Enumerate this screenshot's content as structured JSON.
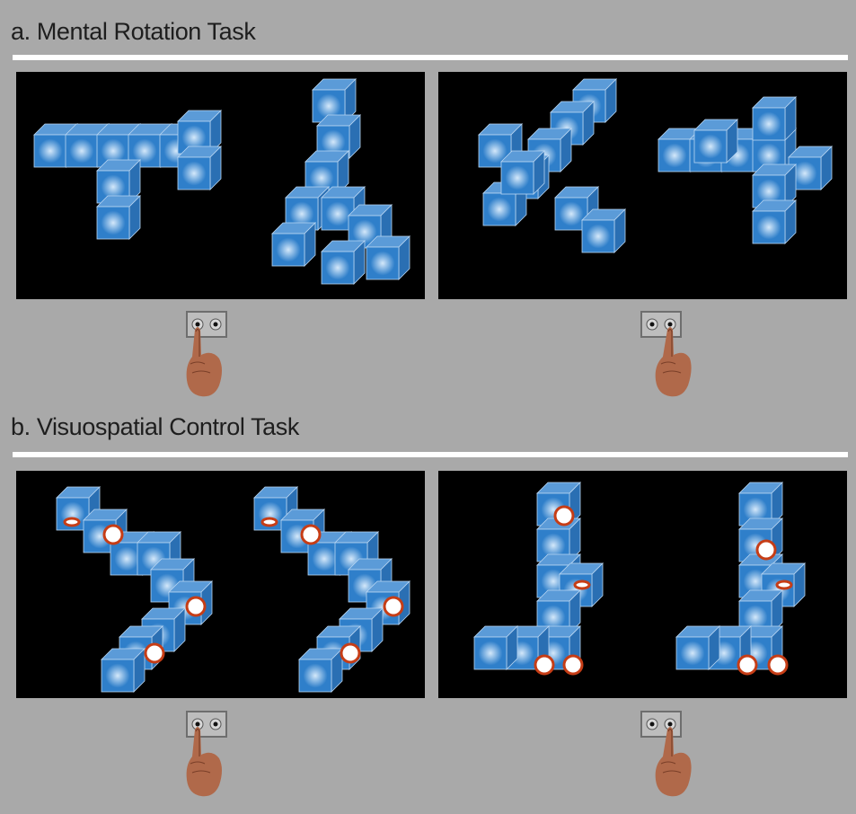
{
  "sections": {
    "a": {
      "title": "a. Mental Rotation Task"
    },
    "b": {
      "title": "b. Visuospatial Control Task"
    }
  },
  "colors": {
    "background": "#a9a9a9",
    "panel": "#000000",
    "cube_face": "#2f7fca",
    "cube_glow": "#d4e8fa",
    "cube_edge": "#b9d6f2",
    "marker_ring": "#c63d16",
    "rule": "#ffffff"
  },
  "response_boxes": [
    {
      "id": "a-left",
      "pressed_button": "left"
    },
    {
      "id": "a-right",
      "pressed_button": "right"
    },
    {
      "id": "b-left",
      "pressed_button": "left"
    },
    {
      "id": "b-right",
      "pressed_button": "right"
    }
  ]
}
